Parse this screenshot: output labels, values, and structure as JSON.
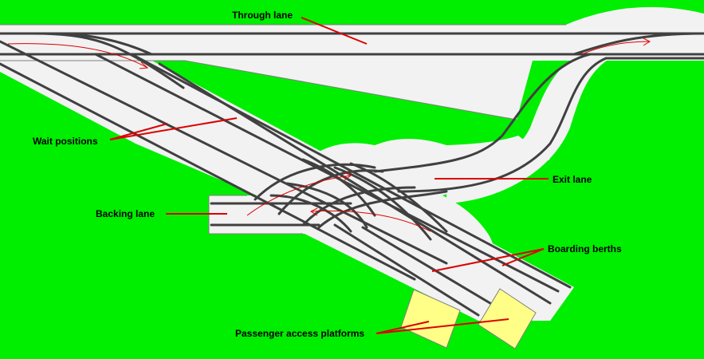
{
  "colors": {
    "background": "#00ee00",
    "roadway": "#f2f2f2",
    "rail": "#404040",
    "leader": "#dd0000",
    "platform": "#ffff88"
  },
  "labels": {
    "through_lane": "Through lane",
    "wait_positions": "Wait positions",
    "exit_lane": "Exit lane",
    "backing_lane": "Backing lane",
    "boarding_berths": "Boarding berths",
    "passenger_access_platforms": "Passenger access platforms"
  }
}
